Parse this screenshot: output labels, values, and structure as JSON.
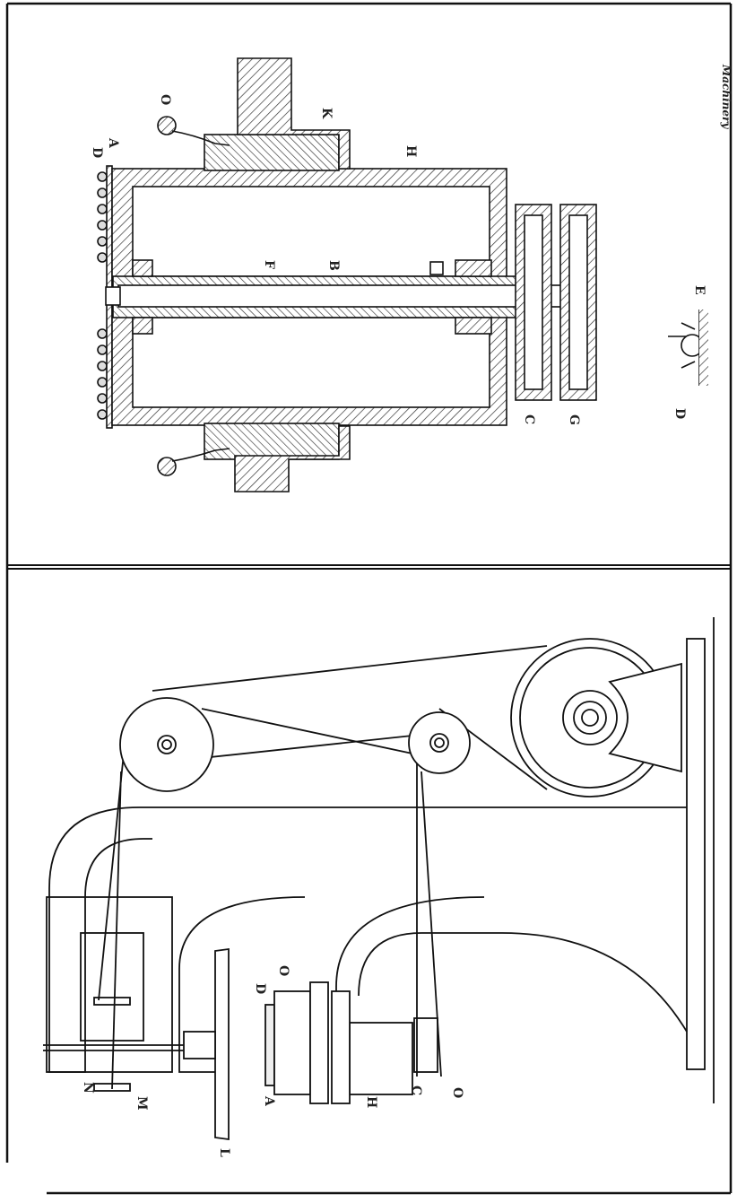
{
  "credit": "Machinery",
  "figures": {
    "section_view": {
      "labels": {
        "D": "D",
        "A": "A",
        "O": "O",
        "K": "K",
        "H": "H",
        "F": "F",
        "B": "B",
        "C": "C",
        "G": "G",
        "E": "E",
        "D2": "D"
      }
    },
    "machine_view": {
      "labels": {
        "N": "N",
        "M": "M",
        "L": "L",
        "A": "A",
        "D": "D",
        "O": "O",
        "H": "H",
        "C": "C",
        "O2": "O"
      }
    }
  }
}
